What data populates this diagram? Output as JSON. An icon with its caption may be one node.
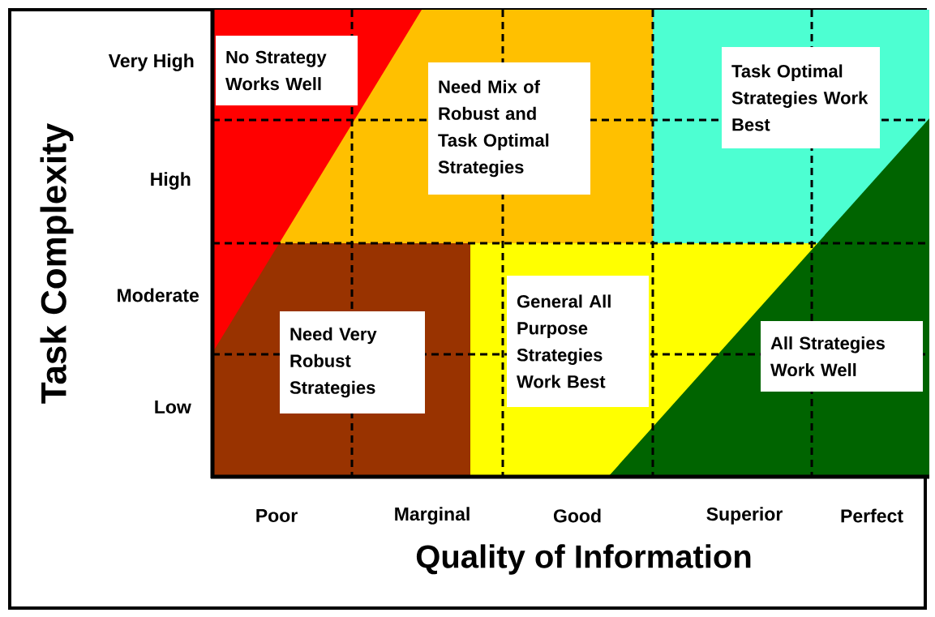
{
  "diagram": {
    "nodes": [
      {
        "text": [
          "No Strategy Works Well"
        ]
      },
      {
        "text": [
          "Need Mix of Robust and Task Optimal Strategies"
        ]
      },
      {
        "text": [
          "Task Optimal Strategies Work Best"
        ]
      },
      {
        "text": [
          "Need Very Robust Strategies"
        ]
      },
      {
        "text": [
          "General All Purpose Strategies Work Best"
        ]
      },
      {
        "text": [
          "All Strategies Work Well"
        ]
      }
    ],
    "edges": [],
    "labels": [
      "Task Complexity",
      "Very High",
      "High",
      "Moderate",
      "Low",
      "Poor",
      "Marginal",
      "Good",
      "Superior",
      "Perfect",
      "Quality of Information"
    ]
  }
}
